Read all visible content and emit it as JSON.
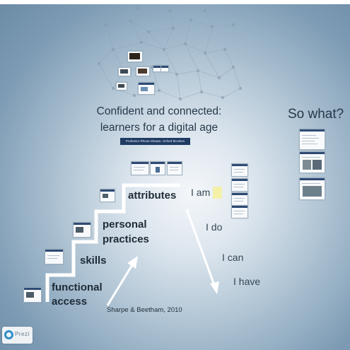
{
  "presentation": {
    "title_line1": "Confident and connected:",
    "title_line2": "learners for a digital age",
    "subtitle": "Professor Rhona Sharpe, Oxford Brookes University",
    "so_what": "So what?",
    "stairs": {
      "functional_1": "functional",
      "functional_2": "access",
      "skills": "skills",
      "practices_1": "personal",
      "practices_2": "practices",
      "attributes": "attributes"
    },
    "reference": "Sharpe & Beetham, 2010",
    "verbs": {
      "i_am": "I am",
      "i_do": "I do",
      "i_can": "I can",
      "i_have": "I have"
    }
  },
  "branding": {
    "logo_text": "Prezi",
    "accent": "#2f8fc9"
  },
  "colors": {
    "subtitle_bar": "#1f3b63",
    "staircase": "#ffffff",
    "arrow": "#ffffff",
    "highlight": "#f3f0a8"
  }
}
